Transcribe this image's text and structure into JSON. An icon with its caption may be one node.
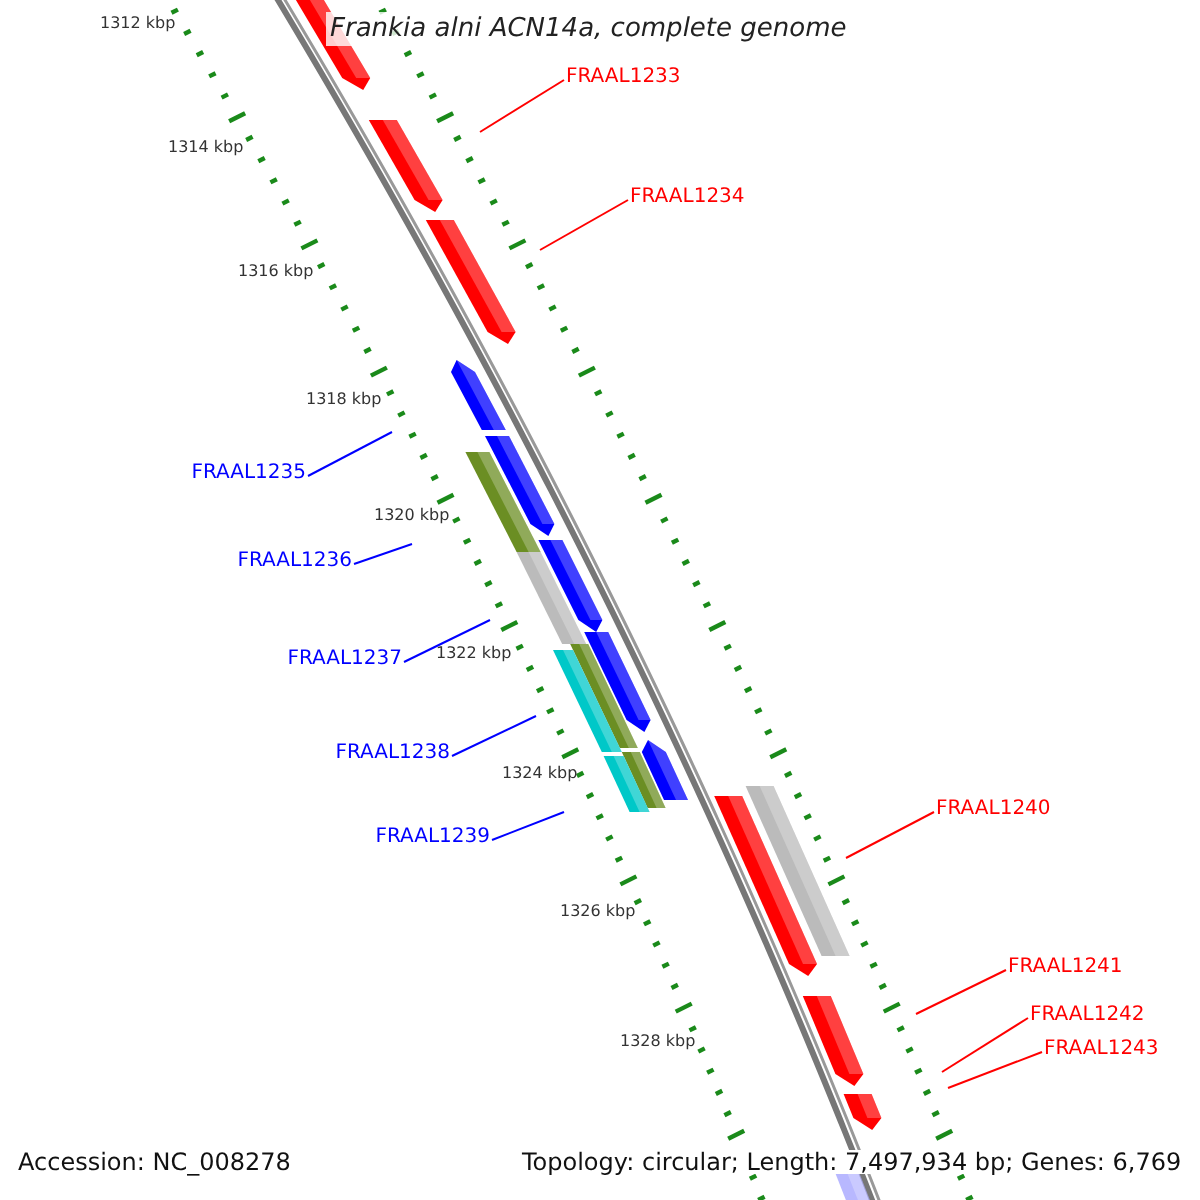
{
  "diagram": {
    "title": "Frankia alni ACN14a, complete genome",
    "nodes": [
      {
        "text": [
          "FRAAL1233"
        ]
      },
      {
        "text": [
          "FRAAL1234"
        ]
      },
      {
        "text": [
          "FRAAL1235"
        ]
      },
      {
        "text": [
          "FRAAL1236"
        ]
      },
      {
        "text": [
          "FRAAL1237"
        ]
      },
      {
        "text": [
          "FRAAL1238"
        ]
      },
      {
        "text": [
          "FRAAL1239"
        ]
      },
      {
        "text": [
          "FRAAL1240"
        ]
      },
      {
        "text": [
          "FRAAL1241"
        ]
      },
      {
        "text": [
          "FRAAL1242"
        ]
      },
      {
        "text": [
          "FRAAL1243"
        ]
      }
    ],
    "edges": [
      {
        "from": 0,
        "to": null,
        "arrow": "none",
        "color": "#ff0000"
      },
      {
        "from": 1,
        "to": null,
        "arrow": "none",
        "color": "#ff0000"
      },
      {
        "from": 2,
        "to": null,
        "arrow": "none",
        "color": "#0000ff"
      },
      {
        "from": 3,
        "to": null,
        "arrow": "none",
        "color": "#0000ff"
      },
      {
        "from": 4,
        "to": null,
        "arrow": "none",
        "color": "#0000ff"
      },
      {
        "from": 5,
        "to": null,
        "arrow": "none",
        "color": "#0000ff"
      },
      {
        "from": 6,
        "to": null,
        "arrow": "none",
        "color": "#0000ff"
      },
      {
        "from": 7,
        "to": null,
        "arrow": "none",
        "color": "#ff0000"
      },
      {
        "from": 8,
        "to": null,
        "arrow": "none",
        "color": "#ff0000"
      },
      {
        "from": 9,
        "to": null,
        "arrow": "none",
        "color": "#ff0000"
      },
      {
        "from": 10,
        "to": null,
        "arrow": "none",
        "color": "#ff0000"
      }
    ],
    "labels": [
      "1312 kbp",
      "1314 kbp",
      "1316 kbp",
      "1318 kbp",
      "1320 kbp",
      "1322 kbp",
      "1324 kbp",
      "1326 kbp",
      "1328 kbp",
      "Accession: NC_008278",
      "Topology: circular; Length: 7,497,934 bp; Genes: 6,769"
    ]
  }
}
